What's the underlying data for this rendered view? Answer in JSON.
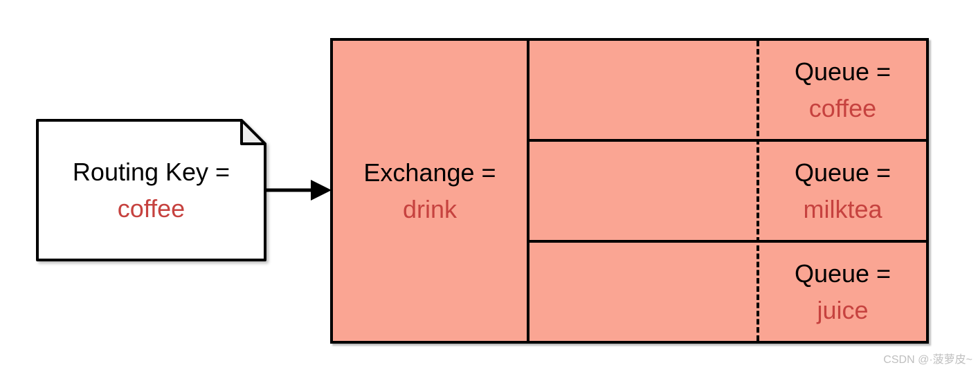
{
  "colors": {
    "shape_fill": "#FAA593",
    "shape_stroke": "#000000",
    "accent_text": "#C6423F",
    "note_fill": "#FFFFFF",
    "fold_fill": "#EDEDED",
    "watermark_color": "#BFBFBF"
  },
  "note": {
    "label": "Routing Key =",
    "value": "coffee"
  },
  "exchange": {
    "label": "Exchange =",
    "value": "drink"
  },
  "queues": [
    {
      "label": "Queue =",
      "value": "coffee"
    },
    {
      "label": "Queue =",
      "value": "milktea"
    },
    {
      "label": "Queue =",
      "value": "juice"
    }
  ],
  "watermark": {
    "text": "CSDN @·菠萝皮~"
  }
}
